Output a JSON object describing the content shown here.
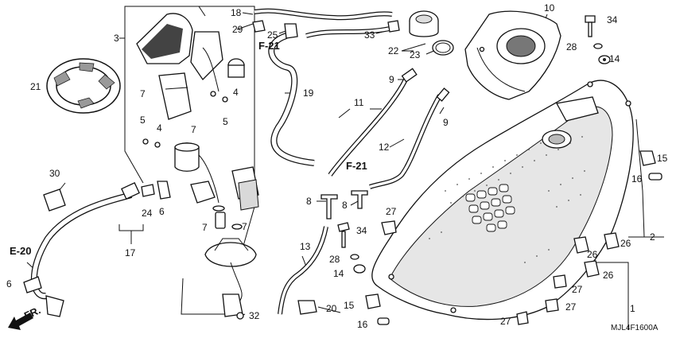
{
  "diagram_code": "MJL4F1600A",
  "refs": {
    "f21_a": "F-21",
    "f21_b": "F-21",
    "e20": "E-20",
    "fr": "FR."
  },
  "callouts": [
    "1",
    "2",
    "3",
    "4",
    "4",
    "5",
    "5",
    "6",
    "6",
    "7",
    "7",
    "7",
    "7",
    "8",
    "8",
    "9",
    "9",
    "10",
    "11",
    "12",
    "13",
    "14",
    "14",
    "15",
    "15",
    "16",
    "16",
    "17",
    "18",
    "19",
    "20",
    "21",
    "22",
    "23",
    "24",
    "25",
    "26",
    "26",
    "26",
    "27",
    "27",
    "27",
    "27",
    "28",
    "28",
    "29",
    "30",
    "32",
    "33",
    "34",
    "34"
  ]
}
